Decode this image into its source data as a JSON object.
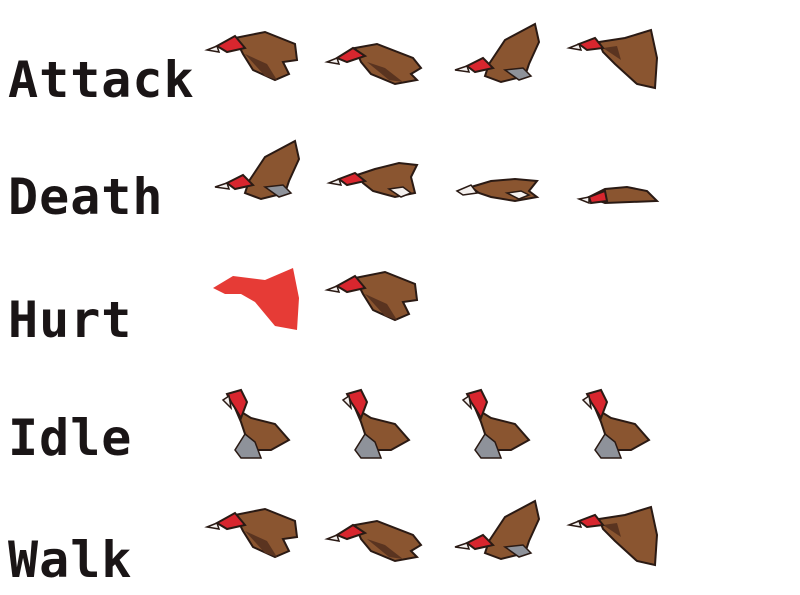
{
  "sheet": {
    "background": "#ffffff",
    "palette": {
      "body": "#8a5530",
      "body_dark": "#5a3420",
      "outline": "#2a1a14",
      "head": "#d8262e",
      "beak": "#f4f0ee",
      "legs": "#8e929a",
      "hurt": "#e63b36"
    },
    "rows": [
      {
        "label": "Attack",
        "frames": [
          {
            "pose": "fly",
            "icon": "vulture-fly-frame-1"
          },
          {
            "pose": "dive",
            "icon": "vulture-dive-frame-2"
          },
          {
            "pose": "wingup",
            "icon": "vulture-wingup-frame-3"
          },
          {
            "pose": "glide",
            "icon": "vulture-glide-frame-4"
          }
        ]
      },
      {
        "label": "Death",
        "frames": [
          {
            "pose": "wingup",
            "icon": "vulture-death-frame-1"
          },
          {
            "pose": "fall",
            "icon": "vulture-death-frame-2"
          },
          {
            "pose": "low",
            "icon": "vulture-death-frame-3"
          },
          {
            "pose": "dead",
            "icon": "vulture-death-frame-4"
          }
        ]
      },
      {
        "label": "Hurt",
        "frames": [
          {
            "pose": "hurt",
            "icon": "vulture-hurt-frame-1"
          },
          {
            "pose": "fly",
            "icon": "vulture-hurt-frame-2"
          }
        ]
      },
      {
        "label": "Idle",
        "frames": [
          {
            "pose": "perch",
            "icon": "vulture-idle-frame-1"
          },
          {
            "pose": "perch",
            "icon": "vulture-idle-frame-2"
          },
          {
            "pose": "perch",
            "icon": "vulture-idle-frame-3"
          },
          {
            "pose": "perch",
            "icon": "vulture-idle-frame-4"
          }
        ]
      },
      {
        "label": "Walk",
        "frames": [
          {
            "pose": "fly",
            "icon": "vulture-walk-frame-1"
          },
          {
            "pose": "dive",
            "icon": "vulture-walk-frame-2"
          },
          {
            "pose": "wingup",
            "icon": "vulture-walk-frame-3"
          },
          {
            "pose": "glide",
            "icon": "vulture-walk-frame-4"
          }
        ]
      }
    ]
  }
}
